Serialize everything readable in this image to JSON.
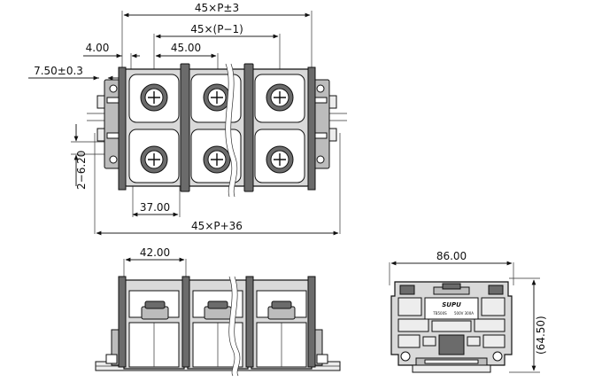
{
  "dimensions": {
    "total_pitch": "45×P±3",
    "pitch_minus_one": "45×(P−1)",
    "offset": "4.00",
    "pitch": "45.00",
    "rail_width": "7.50±0.3",
    "slot": "2−6.20",
    "inner": "37.00",
    "overall": "45×P+36",
    "front_pitch": "42.00",
    "side_width": "86.00",
    "side_height": "(64.50)"
  },
  "label": {
    "brand": "SUPU",
    "model": "TB500S",
    "spec": "500V 300A"
  },
  "colors": {
    "line": "#111111",
    "body": "#d9d9d9",
    "dark": "#6b6b6b"
  }
}
